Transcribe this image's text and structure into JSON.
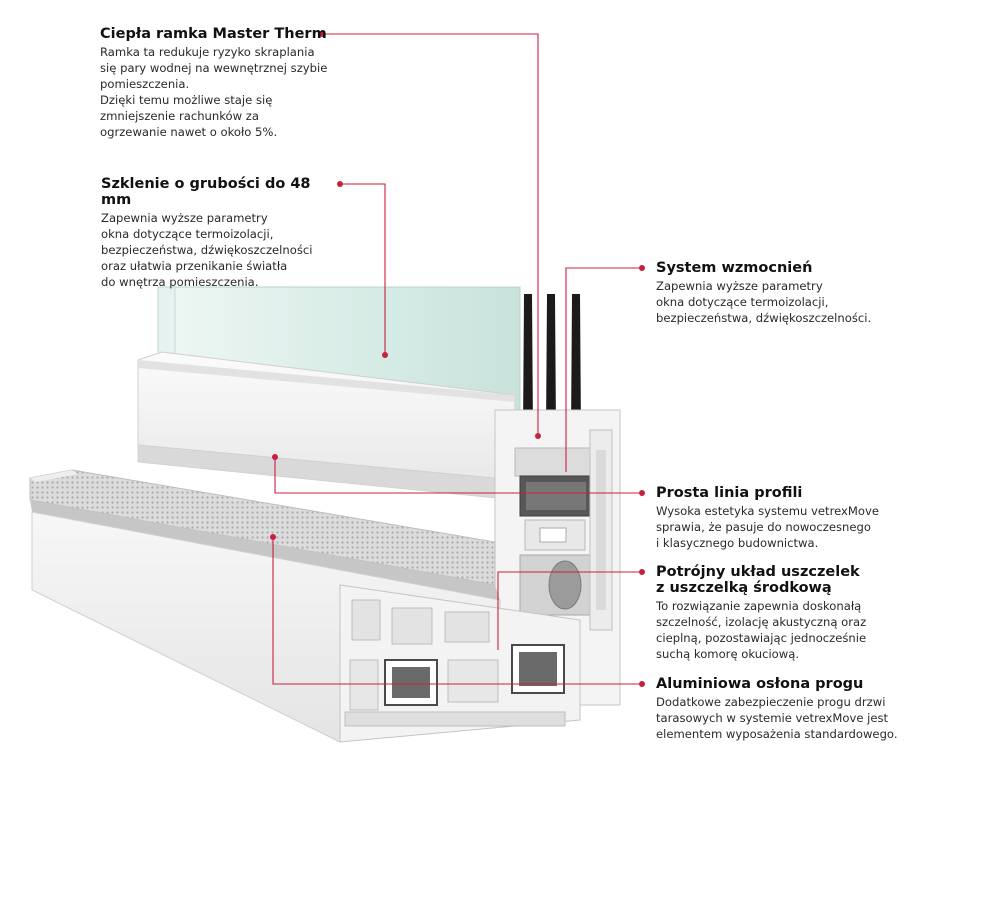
{
  "colors": {
    "accent": "#c8203f",
    "pvc_white": "#f2f2f2",
    "pvc_shadow": "#c9c9c9",
    "glass": "#dbeee9",
    "gasket_black": "#1b1b1b",
    "aluminium": "#b5b5b5"
  },
  "callouts": [
    {
      "title": "Ciepła ramka Master Therm",
      "body": "Ramka ta redukuje ryzyko skraplania\nsię pary wodnej na wewnętrznej szybie\npomieszczenia.\nDzięki temu możliwe staje się\nzmniejszenie rachunków za\nogrzewanie nawet o około 5%."
    },
    {
      "title": "Szklenie o grubości do 48 mm",
      "body": "Zapewnia wyższe parametry\nokna dotyczące termoizolacji,\nbezpieczeństwa, dźwiękoszczelności\noraz ułatwia przenikanie światła\ndo wnętrza pomieszczenia."
    },
    {
      "title": "System wzmocnień",
      "body": "Zapewnia wyższe parametry\nokna dotyczące termoizolacji,\nbezpieczeństwa, dźwiękoszczelności."
    },
    {
      "title": "Prosta linia profili",
      "body": "Wysoka estetyka systemu vetrexMove\nsprawia, że pasuje do nowoczesnego\ni klasycznego budownictwa."
    },
    {
      "title": "Potrójny układ uszczelek\nz uszczelką środkową",
      "body": "To rozwiązanie zapewnia doskonałą\nszczelność, izolację akustyczną oraz\ncieplną, pozostawiając jednocześnie\nsuchą komorę okuciową."
    },
    {
      "title": "Aluminiowa osłona progu",
      "body": "Dodatkowe zabezpieczenie progu drzwi\ntarasowych w systemie vetrexMove jest\nelementem wyposażenia standardowego."
    }
  ]
}
